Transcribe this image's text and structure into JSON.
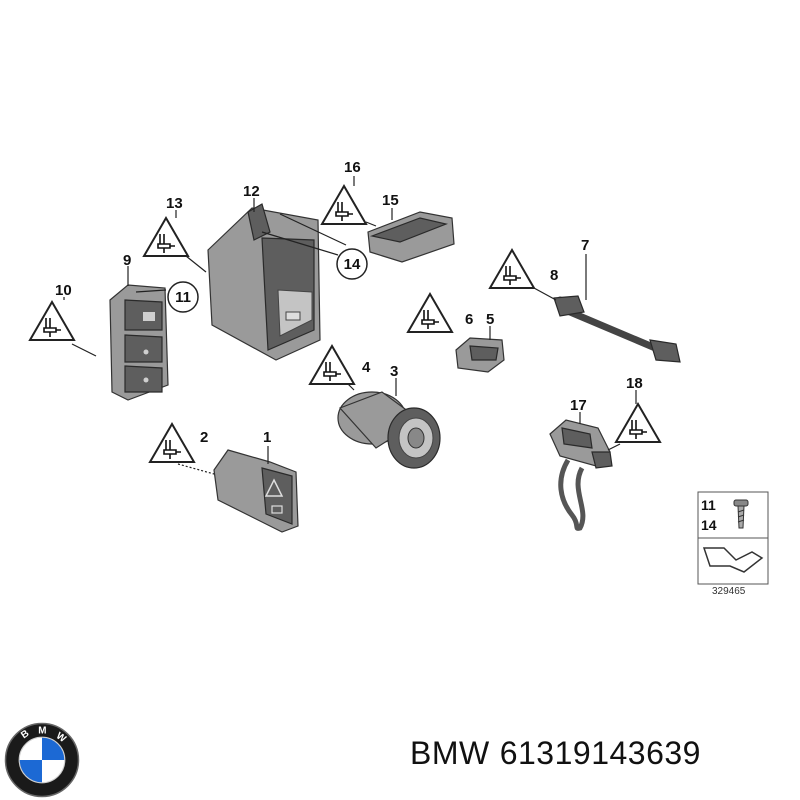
{
  "diagram": {
    "labels": {
      "l1": "1",
      "l2": "2",
      "l3": "3",
      "l4": "4",
      "l5": "5",
      "l6": "6",
      "l7": "7",
      "l8": "8",
      "l9": "9",
      "l10": "10",
      "l11": "11",
      "l12": "12",
      "l13": "13",
      "l14": "14",
      "l15": "15",
      "l16": "16",
      "l17": "17",
      "l18": "18"
    },
    "legend": {
      "top": "11",
      "bottom": "14",
      "ref": "329465"
    }
  },
  "caption": {
    "brand": "BMW",
    "part_number": "61319143639"
  },
  "logo": {
    "letters": [
      "B",
      "M",
      "W"
    ],
    "colors": {
      "blue": "#1c69d4",
      "white": "#ffffff",
      "ring": "#1a1a1a"
    }
  }
}
